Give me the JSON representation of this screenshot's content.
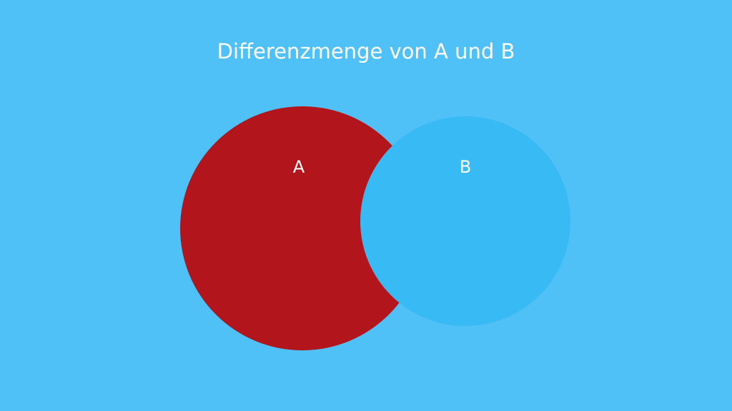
{
  "title": "Differenzmenge von A und B",
  "set_a": {
    "label": "A",
    "color": "#b2151b"
  },
  "set_b": {
    "label": "B",
    "color": "#38baf5"
  },
  "background_color": "#50c1f7"
}
